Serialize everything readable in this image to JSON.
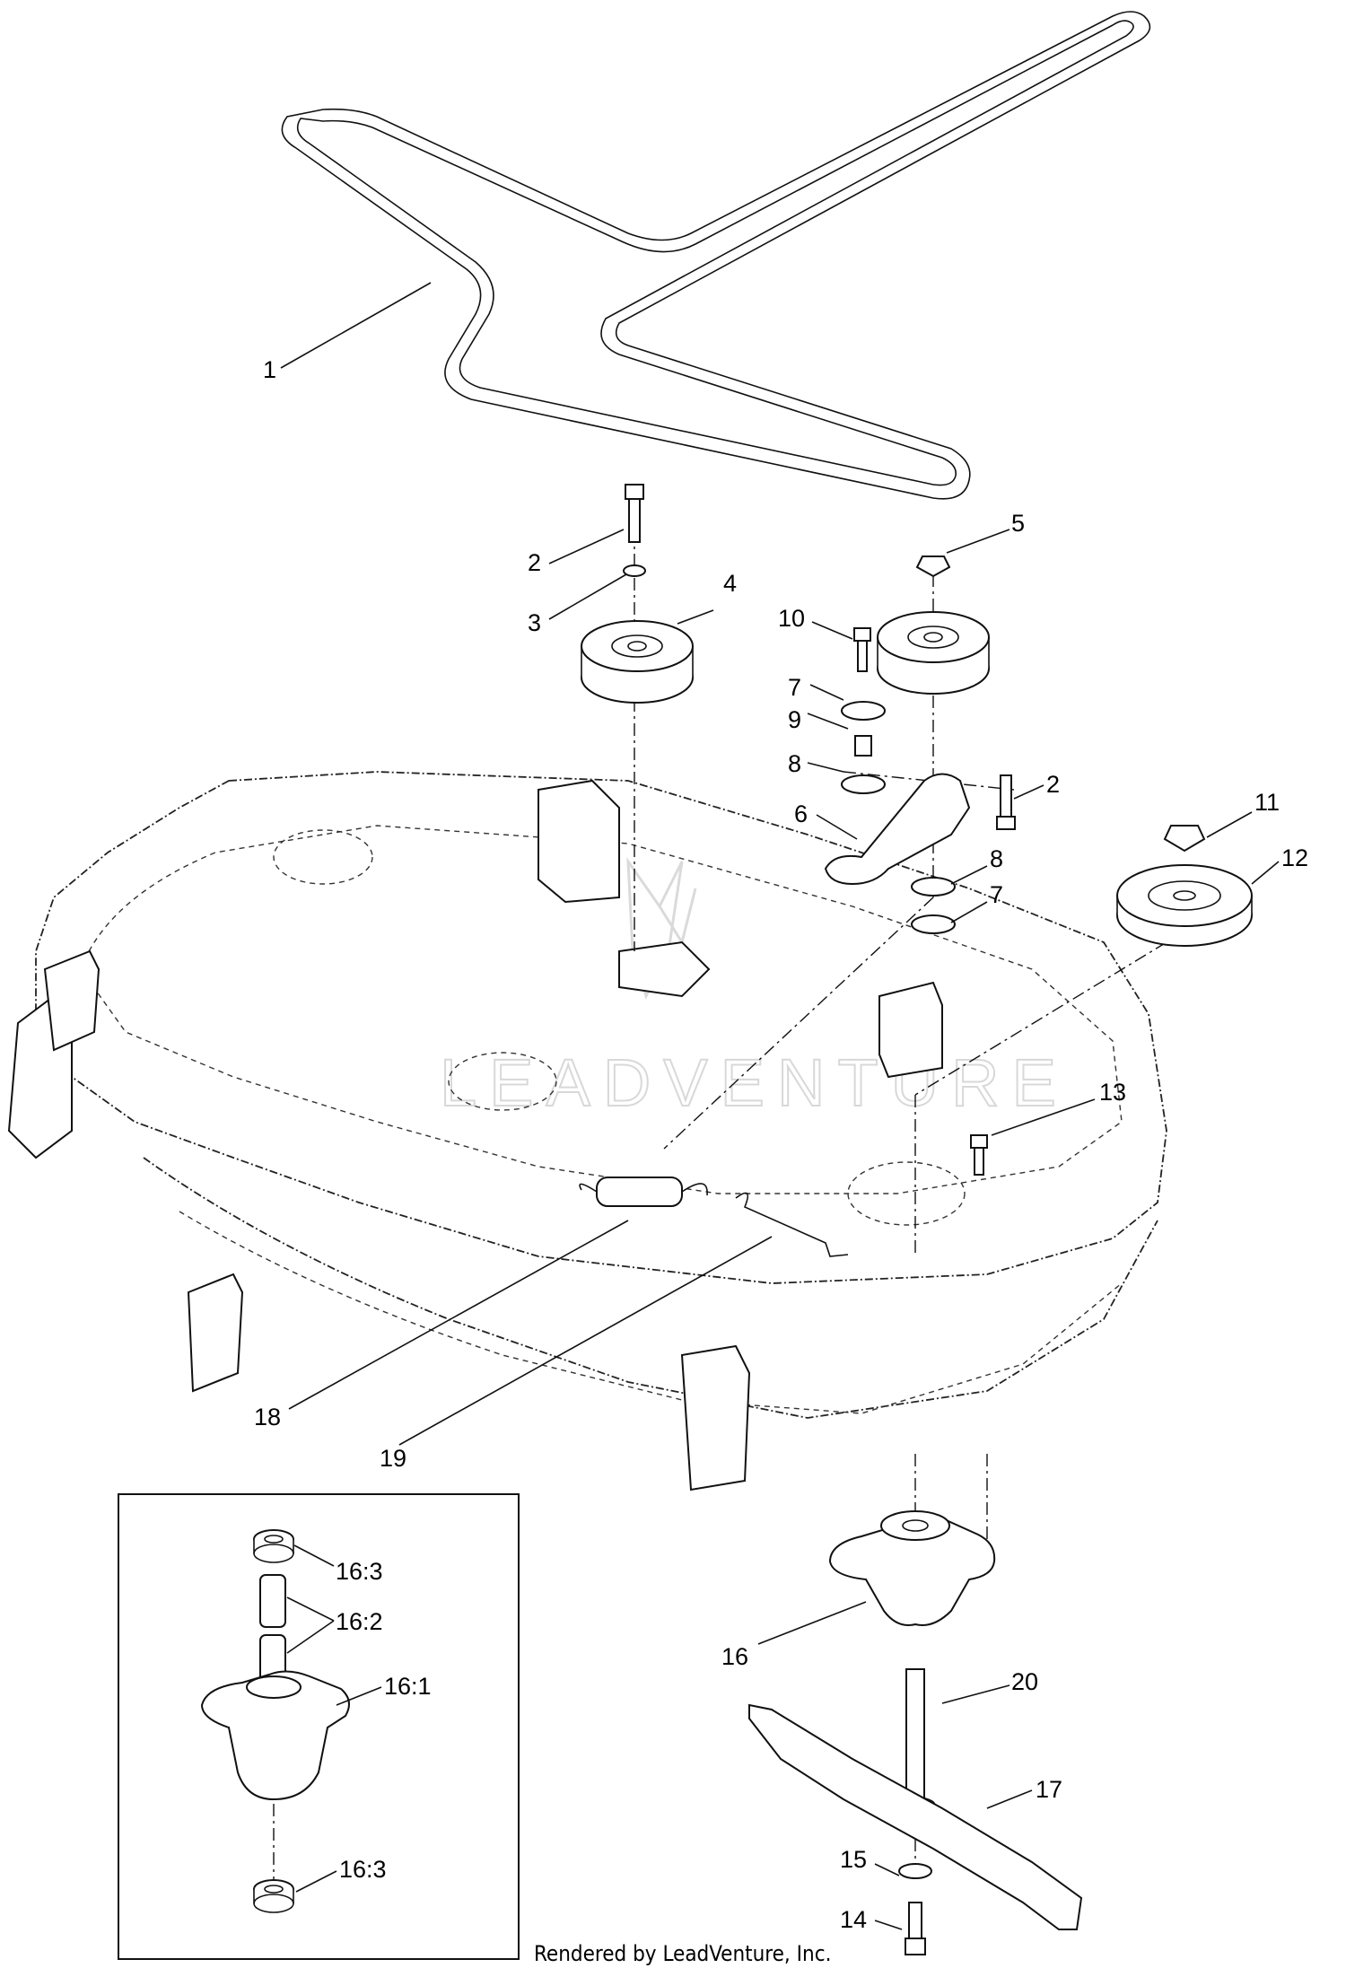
{
  "callouts": {
    "c1": "1",
    "c2a": "2",
    "c3": "3",
    "c4": "4",
    "c5": "5",
    "c10": "10",
    "c7a": "7",
    "c9": "9",
    "c8a": "8",
    "c2b": "2",
    "c6": "6",
    "c11": "11",
    "c12": "12",
    "c8b": "8",
    "c7b": "7",
    "c13": "13",
    "c18": "18",
    "c19": "19",
    "c16": "16",
    "c20": "20",
    "c17": "17",
    "c15": "15",
    "c14": "14",
    "inset_16_3_top": "16:3",
    "inset_16_2": "16:2",
    "inset_16_1": "16:1",
    "inset_16_3_bottom": "16:3"
  },
  "footer": {
    "credit": "Rendered by LeadVenture, Inc."
  },
  "watermark": {
    "text": "LEADVENTURE"
  }
}
